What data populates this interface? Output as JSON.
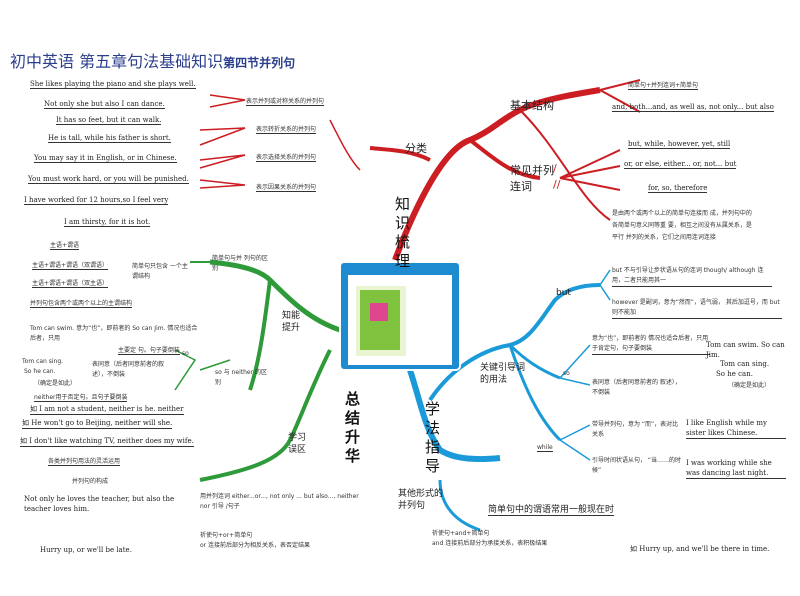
{
  "title": {
    "main": "初中英语  第五章句法基础知识",
    "sub": "第四节并列句"
  },
  "center": {
    "tr": "知识梳理",
    "tl": "总结升华",
    "br": "学法指导"
  },
  "left_top": {
    "examples": [
      "She likes playing the piano and she plays well.",
      "Not only she but also I can dance.",
      "It has so feet, but it can walk.",
      "He is tall, while his father is short.",
      "You may say it in English, or in Chinese.",
      "You must work hard, or you will be punished.",
      "I have worked for 12 hours,so I feel very",
      "I am thirsty, for it is hot."
    ],
    "relations": [
      "表示并列或对称关系的并列句",
      "表示转折关系的并列句",
      "表示选择关系的并列句",
      "表示因果关系的并列句"
    ],
    "branch": "分类"
  },
  "top_right": {
    "basic": "基本结构",
    "basic_desc": "简单句+并列连词+简单句",
    "common": "常见并列连词",
    "slash1": "/",
    "slash2": "//",
    "conj1": "and, both...and, as well as, not only... but also",
    "conj2": "but, while, however, yet, still",
    "conj3": "or, or else, either... or, not... but",
    "conj4": "for, so, therefore",
    "explain": [
      "是由两个或两个以上的简单句连接而  成，并列句中的",
      "各简单句意义同等重  要，相互之间没有从属关系，是",
      "平行  并列的关系，它们之间用连词连接"
    ]
  },
  "left_mid": {
    "s1": "主语+谓语",
    "s2": "主语+谓语+谓语（双谓语）",
    "s3": "主语+谓语+谓语（双主语）",
    "s4": "简单句只包含  一个主谓结构",
    "s5": "并列句包含两个或两个以上的主谓结构",
    "diff_label": "简单句与并 列句的区别",
    "tips": "知能提升",
    "so_ex": "Tom can swim. 意为“也”，即前者的 So can Jim. 情况也适合后者，只用",
    "so_note": "主要定  句。句子要倒装",
    "so_label": "so",
    "tom_sing": "Tom can sing.",
    "so_he": "So he can.",
    "confirm": "（确定是如此）",
    "so_confirm": "表同意（后者同意前者的叙述），不倒装",
    "neither1": "neither用于否定句。且句子要倒装",
    "neither2": "如 I am not a student, neither is he. neither",
    "neither3": "如 He won't go to Beijing, neither will she.",
    "neither4": "如 I don't like watching TV, neither does my wife.",
    "so_neither": "so 与 neither 的区别",
    "other": "各类并列句用法的灵活运用",
    "other2": "并列句的构成",
    "not_only": "Not only he loves the teacher, but also the teacher loves him.",
    "study": "学习误区",
    "study_desc": "用并列连词 either...or..., not only ... but also..., neither nor 引导 /句子",
    "imper": "祈使句+or+简单句",
    "imper_desc": "or 连接前后部分为相反关系，表否定结果",
    "hurry": "Hurry up, or we'll be late."
  },
  "right_mid": {
    "but": "but",
    "but_desc": "but 不与引导让步状语从句的连词 though/ although 连用，二者只能用其一",
    "however": "however 是副词，意为“然而”，语气弱，  其后加逗号，而 but 则不能加",
    "key": "关键引导词的用法",
    "so": "so",
    "so_desc": "意为“也”，即前者的 情况也适合后者，只用  于肯定句，句子要倒装",
    "tom_swim": "Tom can swim. So can Jim.",
    "tom_sing": "Tom can sing.",
    "so_he": "So he can.",
    "confirm": "（确定是如此）",
    "agree": "表同意（后者同意前者的 叙述），不倒装",
    "while": "while",
    "while1": "带导并列句，意为  “而”，表对比关系",
    "while1_ex": "I like English while my sister likes Chinese.",
    "while2": "引导时间状语从句，  “当……的时候”",
    "while2_ex": "I was working while she was dancing last night.",
    "other_form": "其他形式的并列句",
    "imper": "祈使句+and+简单句",
    "imper_desc": "and 连接前后部分为承接关系，表积极结果",
    "tense": "简单句中的谓语常用一般现在时",
    "hurry": "如 Hurry up, and we'll be there in time."
  },
  "colors": {
    "red": "#cc1d22",
    "green": "#2e9a3a",
    "blue": "#1a9ad8",
    "title": "#2c3f8c"
  }
}
